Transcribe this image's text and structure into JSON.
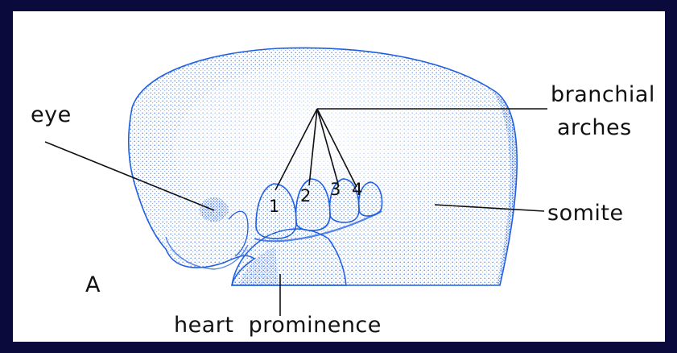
{
  "diagram": {
    "labels": {
      "eye": "eye",
      "branchial_line1": "branchial",
      "branchial_line2": "arches",
      "somite": "somite",
      "heart_prominence": "heart  prominence",
      "panel_letter": "A"
    },
    "arch_numbers": [
      "1",
      "2",
      "3",
      "4"
    ],
    "colors": {
      "outline": "#1f5fe0",
      "stipple": "#4f86ee",
      "background": "#0a0a3c",
      "panel": "#ffffff",
      "leader": "#111111"
    }
  }
}
